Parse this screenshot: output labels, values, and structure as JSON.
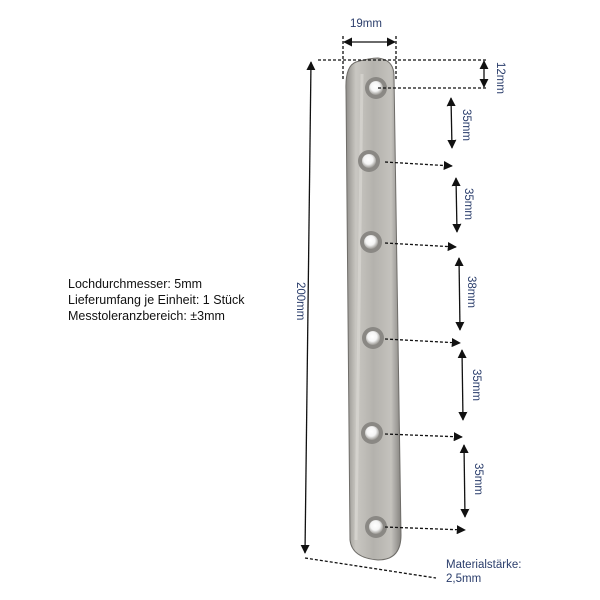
{
  "specs": {
    "hole_diameter": "Lochdurchmesser: 5mm",
    "delivery_scope": "Lieferumfang je Einheit: 1 Stück",
    "tolerance": "Messtoleranzbereich: ±3mm"
  },
  "dimensions": {
    "width": "19mm",
    "end_offset": "12mm",
    "total_length": "200mm",
    "spacings": [
      "35mm",
      "35mm",
      "38mm",
      "35mm",
      "35mm"
    ],
    "material_label": "Materialstärke:",
    "material_value": "2,5mm"
  },
  "colors": {
    "plate": "#b9b7b2",
    "label_text": "#2a3d6b"
  }
}
